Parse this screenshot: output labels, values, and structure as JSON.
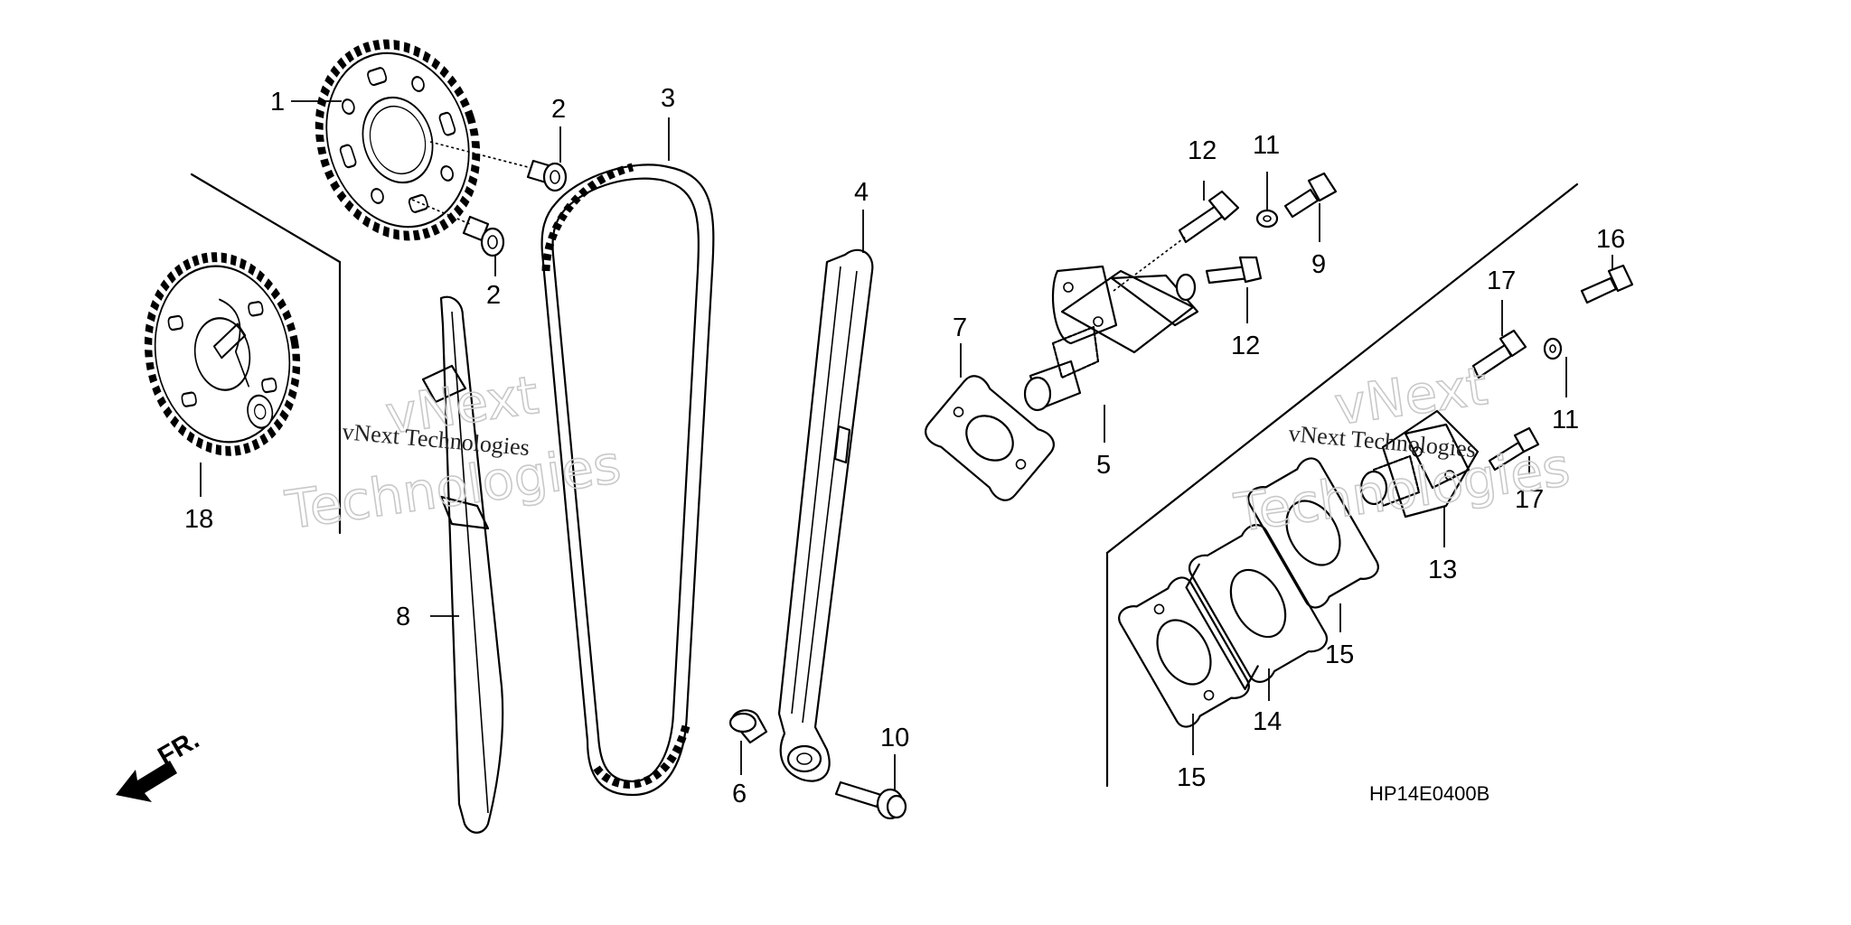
{
  "callouts": {
    "c1": "1",
    "c2a": "2",
    "c2b": "2",
    "c3": "3",
    "c4": "4",
    "c5": "5",
    "c6": "6",
    "c7": "7",
    "c8": "8",
    "c9": "9",
    "c10": "10",
    "c11a": "11",
    "c11b": "11",
    "c12a": "12",
    "c12b": "12",
    "c13": "13",
    "c14": "14",
    "c15a": "15",
    "c15b": "15",
    "c16": "16",
    "c17a": "17",
    "c17b": "17",
    "c18": "18"
  },
  "diagram_code": "HP14E0400B",
  "direction_label": "FR.",
  "watermark": {
    "big_1": "vNext",
    "big_2": "Technologies",
    "small": "vNext Technologies"
  },
  "icons": [
    "front-direction-arrow-icon"
  ]
}
